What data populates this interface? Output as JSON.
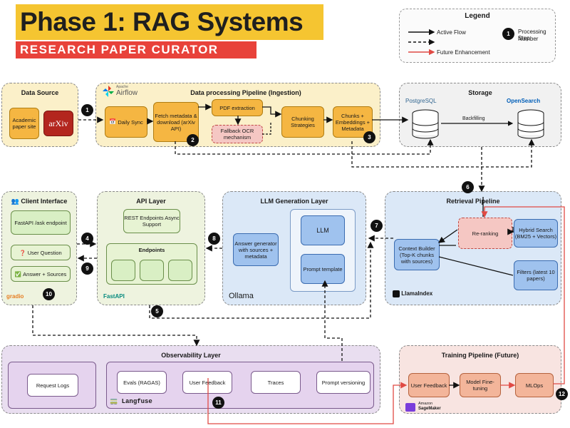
{
  "title": "Phase 1: RAG Systems",
  "subtitle": "RESEARCH PAPER CURATOR",
  "legend": {
    "title": "Legend",
    "active_flow": "Active Flow",
    "future": "Future Enhancement",
    "step_badge": "1",
    "step_label_1": "Processing Step",
    "step_label_2": "Number"
  },
  "data_source": {
    "title": "Data Source",
    "site": "Academic paper site",
    "arxiv": "arXiv"
  },
  "ingestion": {
    "title": "Data processing Pipeline (Ingestion)",
    "airflow_small": "Apache",
    "airflow": "Airflow",
    "daily_sync": "Daily Sync",
    "fetch": "Fetch metadata & download (arXiv API)",
    "pdf": "PDF extraction",
    "fallback": "Fallback OCR mechanism",
    "chunking": "Chunking Strategies",
    "chunks": "Chunks + Embeddings + Metadata"
  },
  "storage": {
    "title": "Storage",
    "postgres": "PostgreSQL",
    "opensearch": "OpenSearch",
    "backfilling": "Backfilling"
  },
  "client": {
    "title": "Client Interface",
    "fastapi_ep": "FastAPI /ask endpoint",
    "question": "User Question",
    "answer": "Answer + Sources",
    "gradio": "gradio"
  },
  "api": {
    "title": "API Layer",
    "rest": "REST Endpoints Async Support",
    "endpoints": "Endpoints",
    "fastapi": "FastAPI"
  },
  "llm": {
    "title": "LLM Generation Layer",
    "answer_gen": "Answer generator with sources + metadata",
    "llm": "LLM",
    "prompt": "Prompt template",
    "ollama": "Ollama"
  },
  "retrieval": {
    "title": "Retrieval Pipeline",
    "reranking": "Re-ranking",
    "hybrid": "Hybrid Search (BM25 + Vectors)",
    "context": "Context Builder (Top-K chunks with sources)",
    "filters": "Filters (latest 10 papers)",
    "llamaindex": "LlamaIndex"
  },
  "observability": {
    "title": "Observability Layer",
    "request_logs": "Request Logs",
    "evals": "Evals (RAGAS)",
    "user_feedback": "User Feedback",
    "traces": "Traces",
    "prompt_versioning": "Prompt versioning",
    "langfuse": "Langfuse"
  },
  "training": {
    "title": "Training Pipeline (Future)",
    "user_feedback": "User Feedback",
    "fine_tuning": "Model Fine-tuning",
    "mlops": "MLOps",
    "sagemaker_1": "Amazon",
    "sagemaker_2": "SageMaker"
  },
  "steps": [
    "1",
    "2",
    "3",
    "4",
    "5",
    "6",
    "7",
    "8",
    "9",
    "10",
    "11",
    "12"
  ],
  "colors": {
    "yellow_title": "#f5c531",
    "red_sub": "#e8423a",
    "future_red": "#e04a44"
  }
}
